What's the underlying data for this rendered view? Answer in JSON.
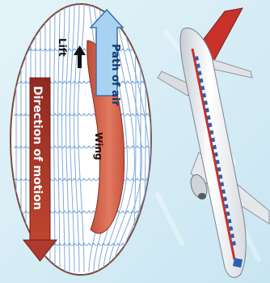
{
  "labels": {
    "path_of_air": "Path of air",
    "lift": "Lift",
    "direction_of_motion": "Direction of motion",
    "wing": "Wing"
  },
  "colors": {
    "background": "#d8eef6",
    "oval_fill": "#ffffff",
    "oval_stroke": "#7a4a3a",
    "streamline": "#6f9fd6",
    "path_arrow": "#9ec9ef",
    "motion_arrow": "#b03a2e",
    "wing": "#d9614a",
    "airplane_body": "#ffffff",
    "airplane_stripe": "#c8322a",
    "window": "#2b5fb3"
  }
}
